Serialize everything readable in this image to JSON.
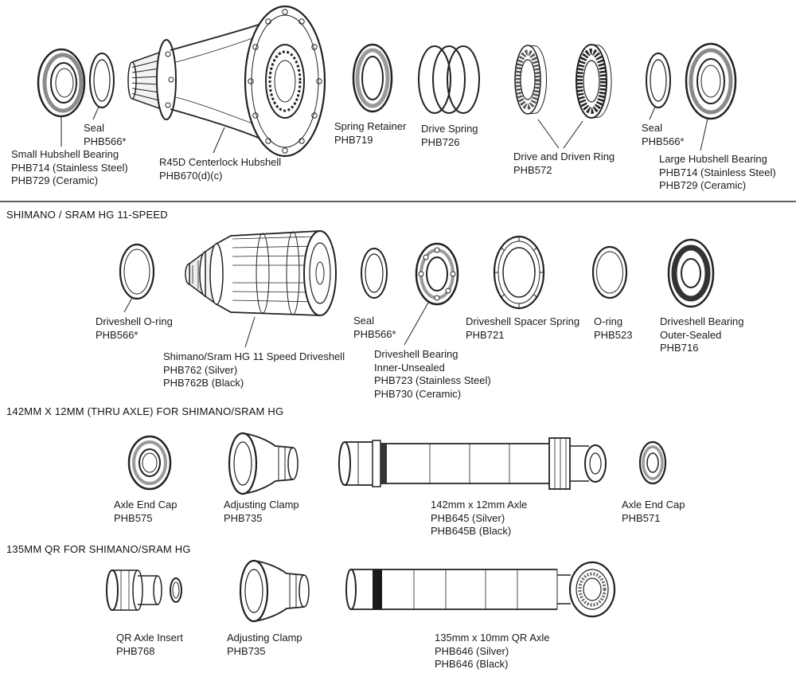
{
  "sections": {
    "hub_top": {
      "parts": {
        "small_hubshell_bearing": "Small Hubshell Bearing\nPHB714 (Stainless Steel)\nPHB729 (Ceramic)",
        "seal_left": "Seal\nPHB566*",
        "hubshell": "R45D Centerlock Hubshell\nPHB670(d)(c)",
        "spring_retainer": "Spring Retainer\nPHB719",
        "drive_spring": "Drive Spring\nPHB726",
        "drive_and_driven_ring": "Drive and Driven Ring\nPHB572",
        "seal_right": "Seal\nPHB566*",
        "large_hubshell_bearing": "Large Hubshell Bearing\nPHB714 (Stainless Steel)\nPHB729 (Ceramic)"
      }
    },
    "eleven_speed": {
      "title": "SHIMANO / SRAM HG 11-SPEED",
      "parts": {
        "driveshell_oring": "Driveshell O-ring\nPHB566*",
        "driveshell": "Shimano/Sram HG 11 Speed Driveshell\nPHB762 (Silver)\nPHB762B (Black)",
        "seal": "Seal\nPHB566*",
        "driveshell_bearing_inner": "Driveshell Bearing\nInner-Unsealed\nPHB723 (Stainless Steel)\nPHB730 (Ceramic)",
        "driveshell_spacer_spring": "Driveshell Spacer Spring\nPHB721",
        "oring": "O-ring\nPHB523",
        "driveshell_bearing_outer": "Driveshell Bearing\nOuter-Sealed\nPHB716"
      }
    },
    "thru_axle": {
      "title": "142MM X 12MM (THRU AXLE) FOR SHIMANO/SRAM HG",
      "parts": {
        "axle_end_cap_left": "Axle End Cap\nPHB575",
        "adjusting_clamp": "Adjusting Clamp\nPHB735",
        "axle": "142mm x 12mm Axle\nPHB645 (Silver)\nPHB645B (Black)",
        "axle_end_cap_right": "Axle End Cap\nPHB571"
      }
    },
    "qr": {
      "title": "135MM QR FOR SHIMANO/SRAM HG",
      "parts": {
        "qr_axle_insert": "QR Axle Insert\nPHB768",
        "adjusting_clamp": "Adjusting Clamp\nPHB735",
        "axle": "135mm x 10mm QR Axle\nPHB646 (Silver)\nPHB646 (Black)"
      }
    }
  }
}
